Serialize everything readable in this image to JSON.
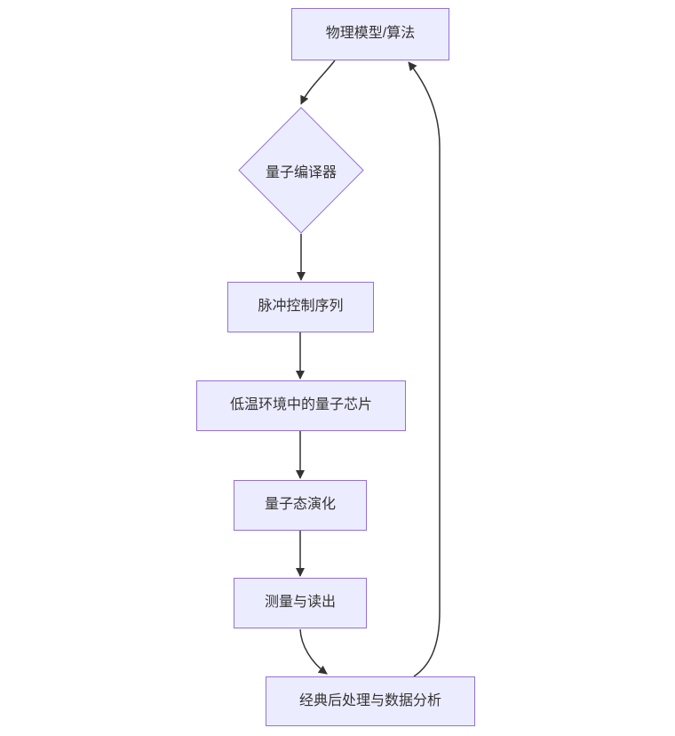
{
  "diagram": {
    "type": "flowchart",
    "direction": "top-down",
    "nodes": {
      "model": {
        "label": "物理模型/算法",
        "shape": "rectangle"
      },
      "compiler": {
        "label": "量子编译器",
        "shape": "diamond"
      },
      "pulse": {
        "label": "脉冲控制序列",
        "shape": "rectangle"
      },
      "chip": {
        "label": "低温环境中的量子芯片",
        "shape": "rectangle"
      },
      "evolution": {
        "label": "量子态演化",
        "shape": "rectangle"
      },
      "measure": {
        "label": "测量与读出",
        "shape": "rectangle"
      },
      "postprocess": {
        "label": "经典后处理与数据分析",
        "shape": "rectangle"
      }
    },
    "edges": [
      {
        "from": "model",
        "to": "compiler"
      },
      {
        "from": "compiler",
        "to": "pulse"
      },
      {
        "from": "pulse",
        "to": "chip"
      },
      {
        "from": "chip",
        "to": "evolution"
      },
      {
        "from": "evolution",
        "to": "measure"
      },
      {
        "from": "measure",
        "to": "postprocess"
      },
      {
        "from": "postprocess",
        "to": "model",
        "kind": "feedback-loop"
      }
    ],
    "colors": {
      "node_fill": "#ECECFF",
      "node_border": "#9370DB",
      "edge": "#333333",
      "text": "#333333",
      "background": "#ffffff"
    }
  }
}
